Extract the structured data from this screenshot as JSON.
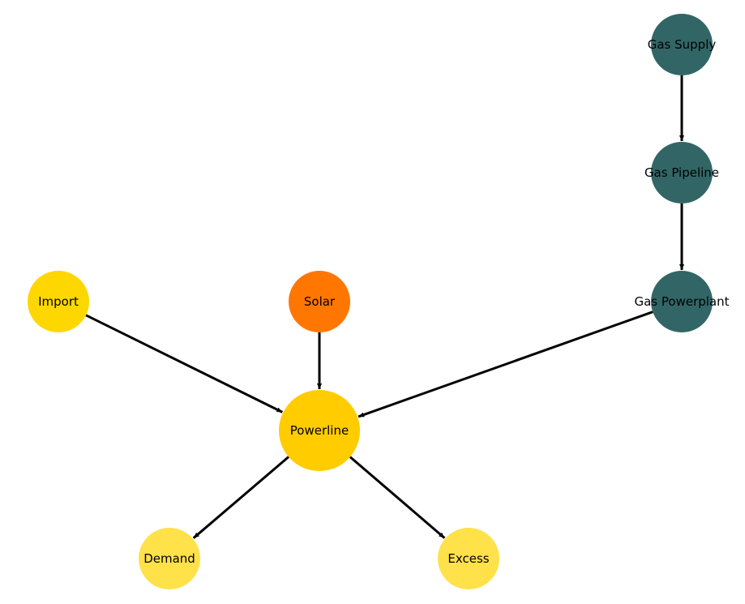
{
  "diagram": {
    "type": "directed-graph",
    "edge_color": "#000000",
    "nodes": [
      {
        "id": "gas-supply",
        "label": "Gas Supply",
        "color": "#326666"
      },
      {
        "id": "gas-pipeline",
        "label": "Gas Pipeline",
        "color": "#326666"
      },
      {
        "id": "gas-powerplant",
        "label": "Gas Powerplant",
        "color": "#326666"
      },
      {
        "id": "import",
        "label": "Import",
        "color": "#FFD700"
      },
      {
        "id": "solar",
        "label": "Solar",
        "color": "#FF7700"
      },
      {
        "id": "powerline",
        "label": "Powerline",
        "color": "#FFCC00"
      },
      {
        "id": "demand",
        "label": "Demand",
        "color": "#FFE14A"
      },
      {
        "id": "excess",
        "label": "Excess",
        "color": "#FFE14A"
      }
    ],
    "edges": [
      {
        "from": "gas-supply",
        "to": "gas-pipeline"
      },
      {
        "from": "gas-pipeline",
        "to": "gas-powerplant"
      },
      {
        "from": "gas-powerplant",
        "to": "powerline"
      },
      {
        "from": "import",
        "to": "powerline"
      },
      {
        "from": "solar",
        "to": "powerline"
      },
      {
        "from": "powerline",
        "to": "demand"
      },
      {
        "from": "powerline",
        "to": "excess"
      }
    ]
  }
}
